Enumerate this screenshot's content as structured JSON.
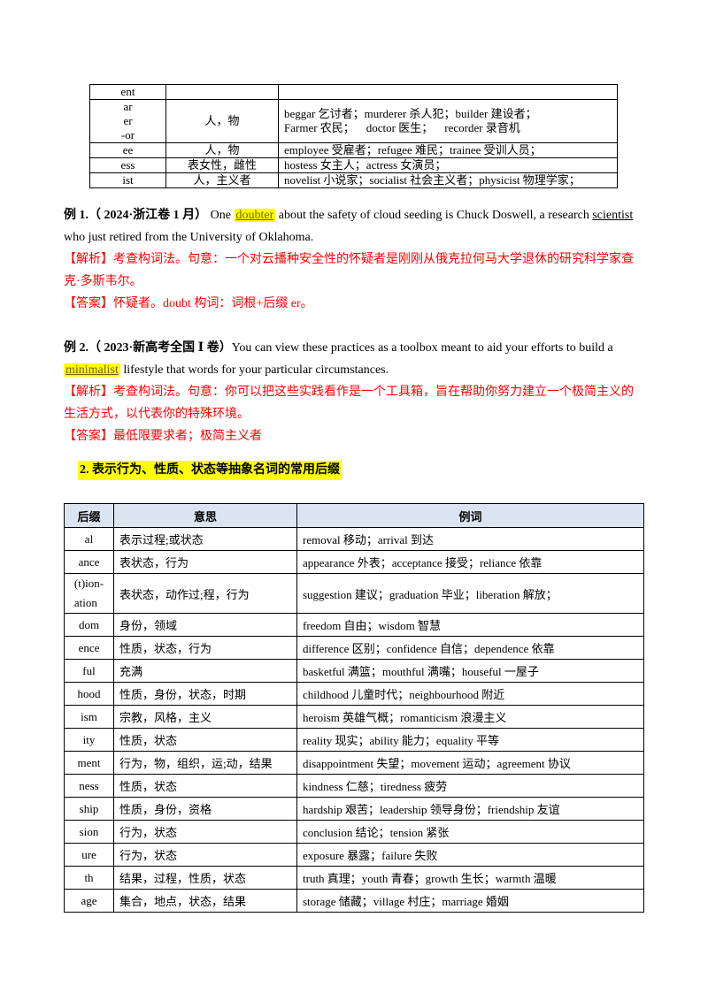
{
  "top_table": {
    "rows": [
      {
        "suffix": "ent",
        "meaning": "",
        "examples": ""
      },
      {
        "suffix": "ar\ner\n-or",
        "meaning": "人，物",
        "examples": "beggar 乞讨者；murderer 杀人犯；builder 建设者；\nFarmer 农民；    doctor 医生；    recorder 录音机"
      },
      {
        "suffix": "ee",
        "meaning": "人，物",
        "examples": "employee 受雇者；refugee 难民；trainee 受训人员；"
      },
      {
        "suffix": "ess",
        "meaning": "表女性，雌性",
        "examples": "hostess 女主人；actress 女演员；"
      },
      {
        "suffix": "ist",
        "meaning": "人，主义者",
        "examples": "novelist 小说家；socialist 社会主义者；physicist 物理学家；"
      }
    ]
  },
  "example1": {
    "label": "例 1.（ 2024·浙江卷 1 月）",
    "text_before": " One ",
    "highlight": "doubter",
    "text_mid": " about the safety of cloud seeding is Chuck Doswell, a research ",
    "underline": "scientist",
    "text_after": " who just retired from the University of Oklahoma.",
    "analysis": "【解析】考查构词法。句意：一个对云播种安全性的怀疑者是刚刚从俄克拉何马大学退休的研究科学家查克·多斯韦尔。",
    "answer": "【答案】怀疑者。doubt 构词：词根+后缀 er。"
  },
  "example2": {
    "label": "例 2.（ 2023·新高考全国 Ⅰ 卷）",
    "text_before": "You can view these practices as a toolbox meant to aid your efforts to build a ",
    "highlight": "minimalist",
    "text_after": "  lifestyle that words for your particular circumstances.",
    "analysis": "【解析】考查构词法。句意：你可以把这些实践看作是一个工具箱，旨在帮助你努力建立一个极简主义的生活方式，以代表你的特殊环境。",
    "answer": "【答案】最低限要求者；极简主义者"
  },
  "section_heading": "2. 表示行为、性质、状态等抽象名词的常用后缀",
  "main_table": {
    "headers": [
      "后缀",
      "意思",
      "例词"
    ],
    "rows": [
      {
        "suffix": "al",
        "meaning": "表示过程;或状态",
        "examples": "removal 移动；arrival 到达"
      },
      {
        "suffix": "ance",
        "meaning": "表状态，行为",
        "examples": "appearance 外表；acceptance 接受；reliance 依靠"
      },
      {
        "suffix": "(t)ion-\nation",
        "meaning": "表状态，动作过;程，行为",
        "examples": "suggestion 建议；graduation 毕业；liberation 解放；"
      },
      {
        "suffix": "dom",
        "meaning": "身份，领域",
        "examples": "freedom 自由；wisdom 智慧"
      },
      {
        "suffix": "ence",
        "meaning": "性质，状态，行为",
        "examples": "difference 区别；confidence 自信；dependence 依靠"
      },
      {
        "suffix": "ful",
        "meaning": "充满",
        "examples": "basketful 满篮；mouthful 满嘴；houseful 一屋子"
      },
      {
        "suffix": "hood",
        "meaning": "性质，身份，状态，时期",
        "examples": "childhood 儿童时代；neighbourhood 附近"
      },
      {
        "suffix": "ism",
        "meaning": "宗教，风格，主义",
        "examples": "heroism 英雄气概；romanticism 浪漫主义"
      },
      {
        "suffix": "ity",
        "meaning": "性质，状态",
        "examples": "reality 现实；ability 能力；equality 平等"
      },
      {
        "suffix": "ment",
        "meaning": "行为，物，组织，运;动，结果",
        "examples": "disappointment 失望；movement 运动；agreement 协议"
      },
      {
        "suffix": "ness",
        "meaning": "性质，状态",
        "examples": "kindness 仁慈；tiredness 疲劳"
      },
      {
        "suffix": "ship",
        "meaning": "性质，身份，资格",
        "examples": "hardship 艰苦；leadership 领导身份；friendship 友谊"
      },
      {
        "suffix": "sion",
        "meaning": "行为，状态",
        "examples": "conclusion 结论；tension 紧张"
      },
      {
        "suffix": "ure",
        "meaning": "行为，状态",
        "examples": "exposure 暴露；failure 失败"
      },
      {
        "suffix": "th",
        "meaning": "结果，过程，性质，状态",
        "examples": "truth 真理；youth 青春；growth 生长；warmth 温暖"
      },
      {
        "suffix": "age",
        "meaning": "集合，地点，状态，结果",
        "examples": "storage 储藏；village 村庄；marriage 婚姻"
      }
    ]
  },
  "colors": {
    "analysis": "#ff0000",
    "highlight": "#ffff00",
    "header_bg": "#dbe5f1"
  }
}
